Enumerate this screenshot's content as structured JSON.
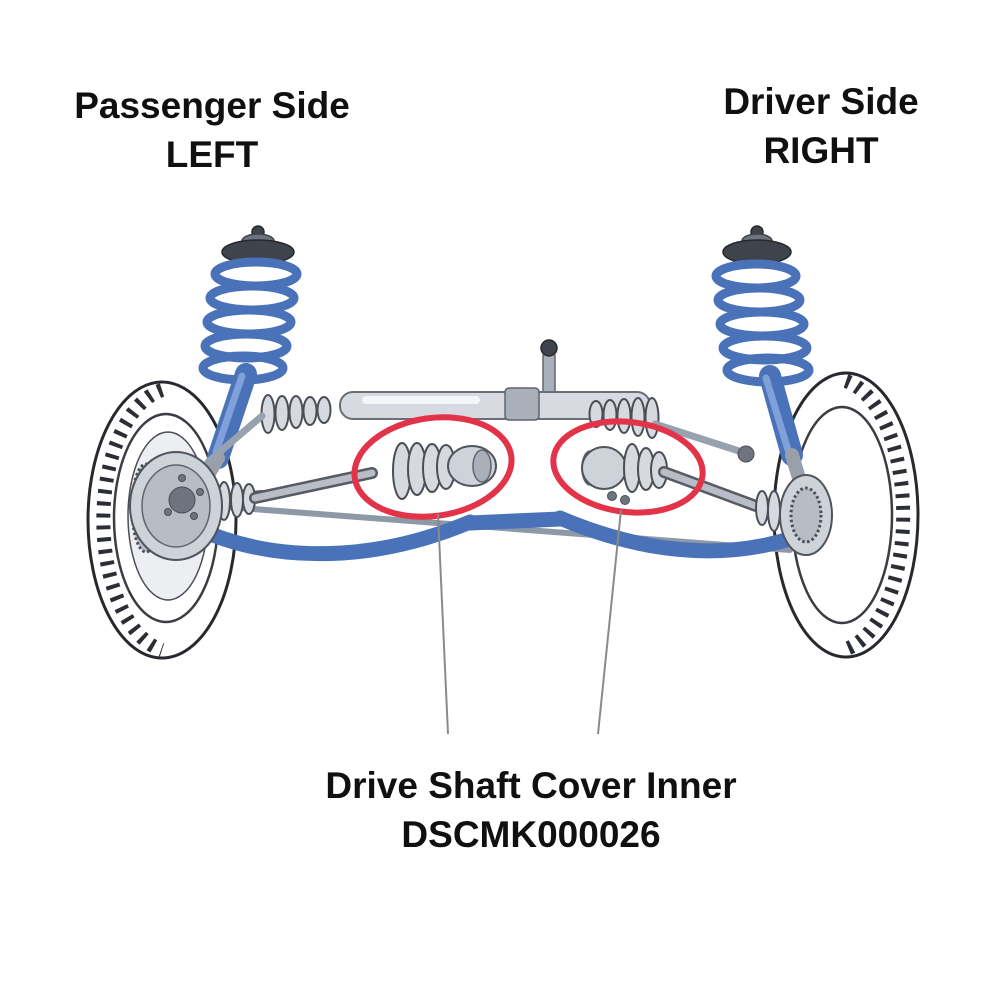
{
  "diagram": {
    "passenger_label": {
      "line1": "Passenger Side",
      "line2": "LEFT"
    },
    "driver_label": {
      "line1": "Driver Side",
      "line2": "RIGHT"
    },
    "part_label": {
      "line1": "Drive Shaft Cover Inner",
      "line2": "DSCMK000026"
    }
  },
  "colors": {
    "highlight_red": "#e23349",
    "suspension_blue": "#4a72b8",
    "leader_gray": "#8a8a8a",
    "text_color": "#101010"
  }
}
